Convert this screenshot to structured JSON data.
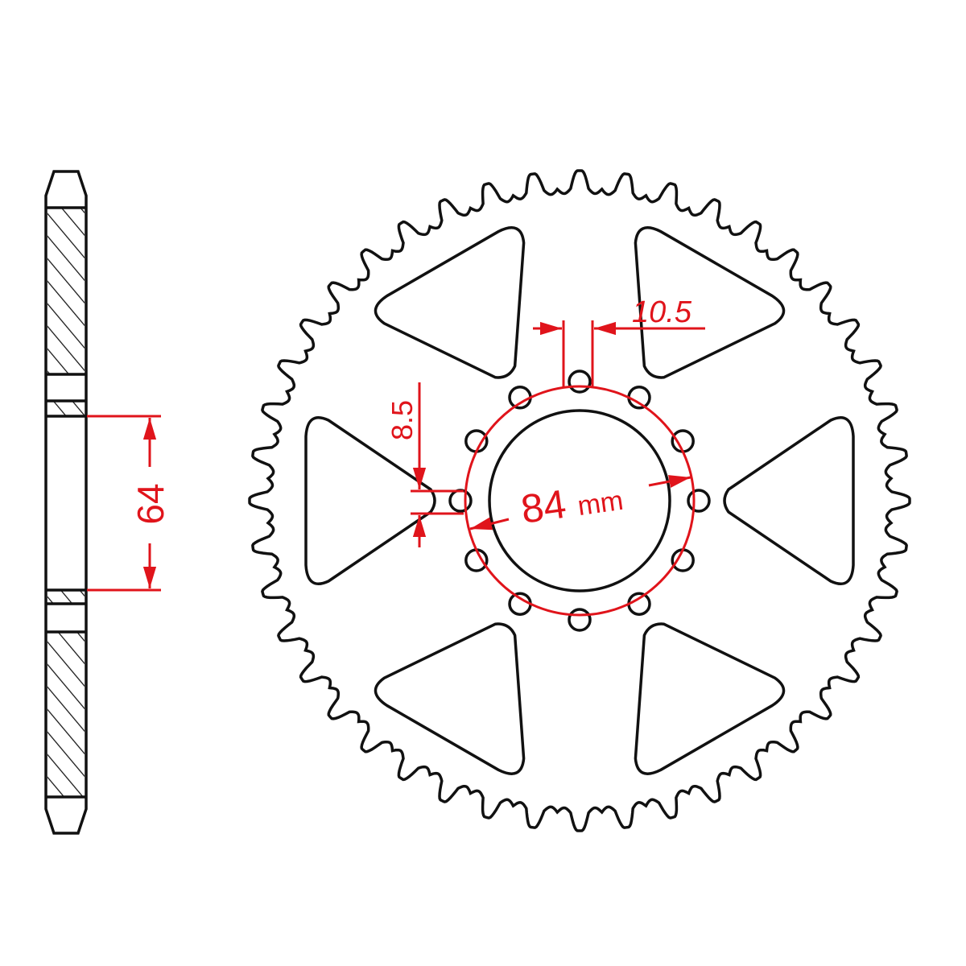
{
  "colors": {
    "outline": "#111111",
    "dimension": "#e0141b",
    "background": "#ffffff"
  },
  "sprocket": {
    "teeth": 44,
    "bolt_holes": 12,
    "cutouts": 6
  },
  "dimensions": {
    "bore_side": "64",
    "bolt_hole_diameter": "10.5",
    "hole_spacing": "8.5",
    "pcd_value": "84",
    "pcd_unit": "mm"
  }
}
